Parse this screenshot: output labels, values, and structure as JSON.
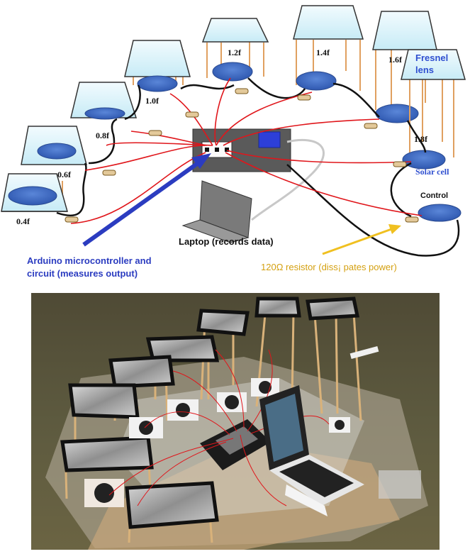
{
  "diagram": {
    "focal_labels": [
      "0.4f",
      "0.6f",
      "0.8f",
      "1.0f",
      "1.2f",
      "1.4f",
      "1.6f",
      "1.8f"
    ],
    "fresnel_label_line1": "Fresnel",
    "fresnel_label_line2": "lens",
    "solar_cell_label": "Solar cell",
    "control_label": "Control",
    "laptop_label": "Laptop (records data)",
    "arduino_label_line1": "Arduino microcontroller and",
    "arduino_label_line2": "circuit (measures output)",
    "resistor_label": "120Ω resistor (diss¡ pates power)",
    "colors": {
      "arduino_arrow": "#2b3cc0",
      "resistor_arrow": "#f0c020",
      "lens": "#d6f2fb",
      "solar_cell": "#3d6cc4",
      "wire_red": "#e0161b",
      "wire_black": "#111111",
      "support_rod": "#e0a060"
    }
  },
  "photo": {
    "description_icon": "photo-of-experimental-setup"
  }
}
